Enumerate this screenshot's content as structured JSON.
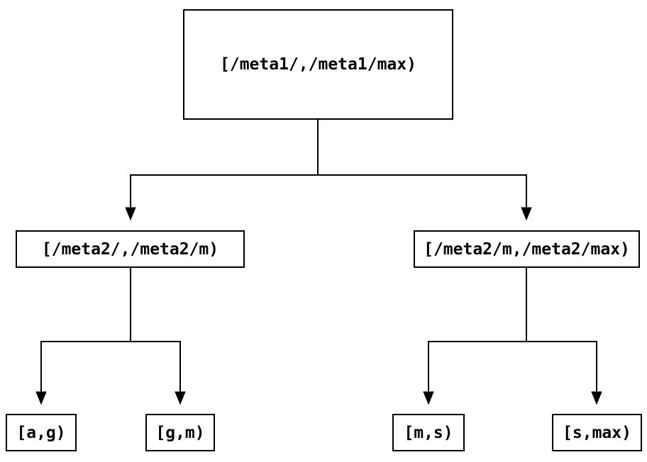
{
  "diagram": {
    "type": "tree",
    "background_color": "#ffffff",
    "line_color": "#000000",
    "box_border_color": "#000000",
    "text_color": "#000000",
    "nodes": {
      "root": {
        "label": "[/meta1/,/meta1/max)",
        "level": 0
      },
      "left_child": {
        "label": "[/meta2/,/meta2/m)",
        "level": 1,
        "parent": "root"
      },
      "right_child": {
        "label": "[/meta2/m,/meta2/max)",
        "level": 1,
        "parent": "root"
      },
      "leaf_1": {
        "label": "[a,g)",
        "level": 2,
        "parent": "left_child"
      },
      "leaf_2": {
        "label": "[g,m)",
        "level": 2,
        "parent": "left_child"
      },
      "leaf_3": {
        "label": "[m,s)",
        "level": 2,
        "parent": "right_child"
      },
      "leaf_4": {
        "label": "[s,max)",
        "level": 2,
        "parent": "right_child"
      }
    }
  }
}
